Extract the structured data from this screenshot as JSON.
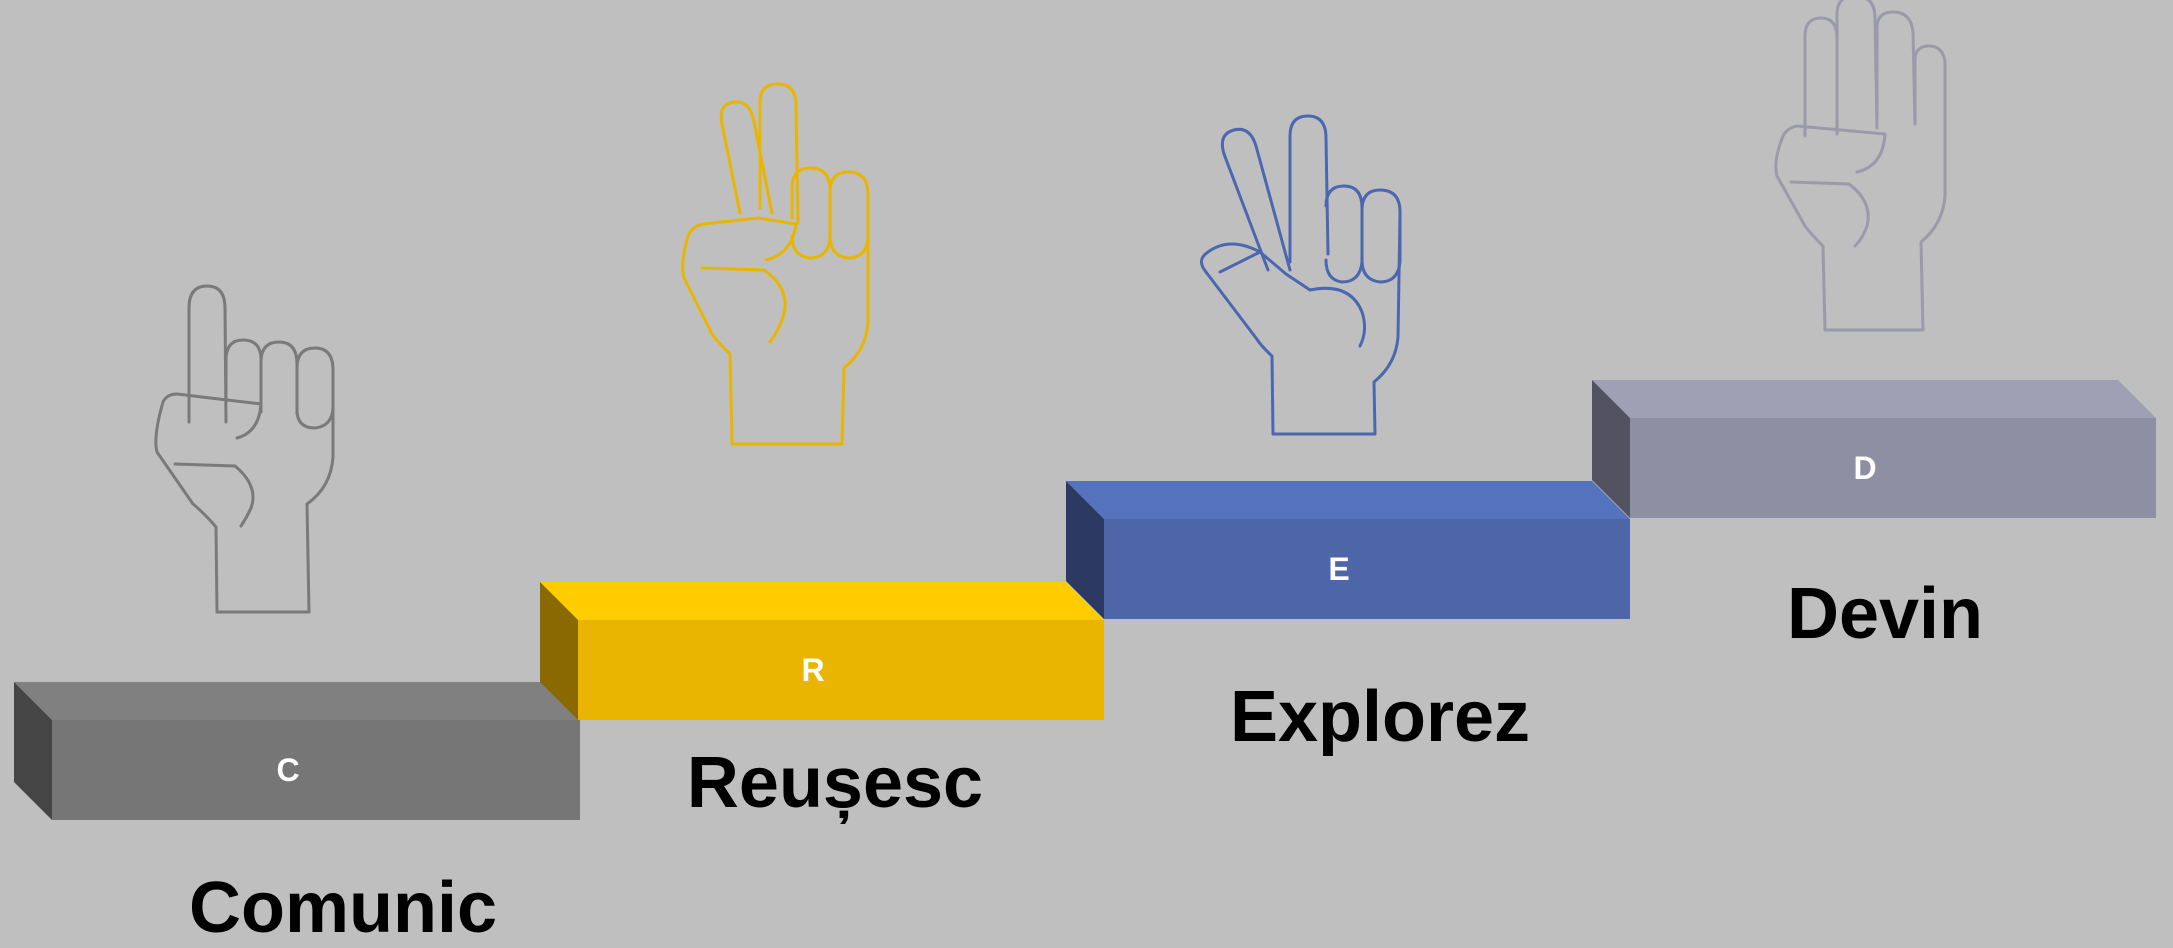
{
  "steps": [
    {
      "letter": "C",
      "word": "Comunic",
      "fingers_raised": 1,
      "hand_icon": "one-finger-hand-icon",
      "colors": {
        "top": "#808080",
        "front": "#767676",
        "side": "#454545",
        "hand": "#7a7a7a"
      }
    },
    {
      "letter": "R",
      "word": "Reușesc",
      "fingers_raised": 2,
      "hand_icon": "two-finger-hand-icon",
      "colors": {
        "top": "#ffcc00",
        "front": "#e9b500",
        "side": "#8a6a00",
        "hand": "#e8b600"
      }
    },
    {
      "letter": "E",
      "word": "Explorez",
      "fingers_raised": 3,
      "hand_icon": "three-finger-hand-icon",
      "colors": {
        "top": "#5572bd",
        "front": "#4d66a8",
        "side": "#2c3962",
        "hand": "#4b67b0"
      }
    },
    {
      "letter": "D",
      "word": "Devin",
      "fingers_raised": 4,
      "hand_icon": "four-finger-hand-icon",
      "colors": {
        "top": "#a0a0b4",
        "front": "#8f8fa3",
        "side": "#525260",
        "hand": "#9a9aab"
      }
    }
  ]
}
